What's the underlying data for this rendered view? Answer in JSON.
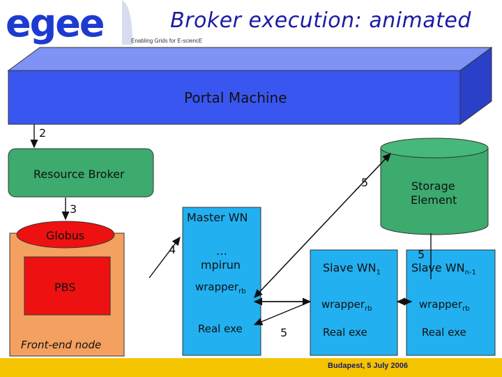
{
  "header": {
    "title": "Broker execution: animated",
    "subtitle": "Enabling Grids for E-sciencE",
    "logo_text": "egee"
  },
  "diagram": {
    "portal": "Portal Machine",
    "step_2": "2",
    "resource_broker": "Resource Broker",
    "step_5_top": "5",
    "storage_line1": "Storage",
    "storage_line2": "Element",
    "step_3": "3",
    "master_wn": "Master WN",
    "globus": "Globus",
    "step_4": "4",
    "ellipsis": "…",
    "mpirun": "mpirun",
    "slave_wn1": "Slave WN",
    "slave_wn1_sub": "1",
    "step_5_mid": "5",
    "slave_wnn": "Slave WN",
    "slave_wnn_sub": "n-1",
    "pbs": "PBS",
    "wrapper_master": "wrapper",
    "wrapper_master_sub": "rb",
    "wrapper_slave1": "wrapper",
    "wrapper_slave1_sub": "rb",
    "wrapper_slaven": "wrapper",
    "wrapper_slaven_sub": "rb",
    "real_exe_master": "Real exe",
    "step_5_bottom": "5",
    "real_exe_slave1": "Real exe",
    "real_exe_slaven": "Real exe",
    "front_end": "Front-end node"
  },
  "footer": {
    "text": "Budapest, 5 July 2006"
  },
  "colors": {
    "portal_blue": "#3a56f0",
    "green": "#3daa6e",
    "orange": "#f4a060",
    "cyan": "#22b0f0",
    "red": "#ee1111",
    "footer_yellow": "#f5c400",
    "logo_blue": "#1d3bd0"
  }
}
